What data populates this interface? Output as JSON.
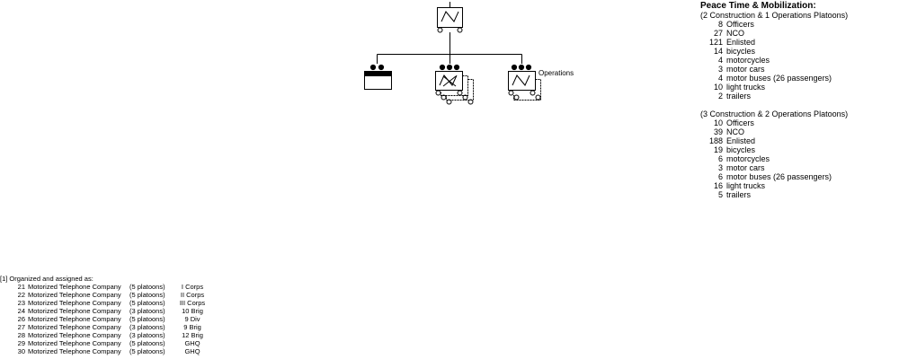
{
  "diagram": {
    "operations_label": "Operations"
  },
  "stats": {
    "title": "Peace Time & Mobilization:",
    "blocks": [
      {
        "subtitle": "(2 Construction & 1 Operations Platoons)",
        "rows": [
          {
            "num": "8",
            "label": "Officers"
          },
          {
            "num": "27",
            "label": "NCO"
          },
          {
            "num": "121",
            "label": "Enlisted"
          },
          {
            "num": "14",
            "label": "bicycles"
          },
          {
            "num": "4",
            "label": "motorcycles"
          },
          {
            "num": "3",
            "label": "motor cars"
          },
          {
            "num": "4",
            "label": "motor buses (26 passengers)"
          },
          {
            "num": "10",
            "label": "light trucks"
          },
          {
            "num": "2",
            "label": "trailers"
          }
        ]
      },
      {
        "subtitle": "(3 Construction & 2 Operations Platoons)",
        "rows": [
          {
            "num": "10",
            "label": "Officers"
          },
          {
            "num": "39",
            "label": "NCO"
          },
          {
            "num": "188",
            "label": "Enlisted"
          },
          {
            "num": "19",
            "label": "bicycles"
          },
          {
            "num": "6",
            "label": "motorcycles"
          },
          {
            "num": "3",
            "label": "motor cars"
          },
          {
            "num": "6",
            "label": "motor buses (26 passengers)"
          },
          {
            "num": "16",
            "label": "light trucks"
          },
          {
            "num": "5",
            "label": "trailers"
          }
        ]
      }
    ]
  },
  "footnote": {
    "heading": "[1] Organized and assigned as:",
    "rows": [
      {
        "num": "21",
        "name": "Motorized Telephone Company",
        "platoons": "(5 platoons)",
        "assigned": "I Corps"
      },
      {
        "num": "22",
        "name": "Motorized Telephone Company",
        "platoons": "(5 platoons)",
        "assigned": "II Corps"
      },
      {
        "num": "23",
        "name": "Motorized Telephone Company",
        "platoons": "(5 platoons)",
        "assigned": "III Corps"
      },
      {
        "num": "24",
        "name": "Motorized Telephone Company",
        "platoons": "(3 platoons)",
        "assigned": "10 Brig"
      },
      {
        "num": "26",
        "name": "Motorized Telephone Company",
        "platoons": "(5 platoons)",
        "assigned": "9 Div"
      },
      {
        "num": "27",
        "name": "Motorized Telephone Company",
        "platoons": "(3 platoons)",
        "assigned": "9 Brig"
      },
      {
        "num": "28",
        "name": "Motorized Telephone Company",
        "platoons": "(3 platoons)",
        "assigned": "12 Brig"
      },
      {
        "num": "29",
        "name": "Motorized Telephone Company",
        "platoons": "(5 platoons)",
        "assigned": "GHQ"
      },
      {
        "num": "30",
        "name": "Motorized Telephone Company",
        "platoons": "(5 platoons)",
        "assigned": "GHQ"
      }
    ]
  }
}
